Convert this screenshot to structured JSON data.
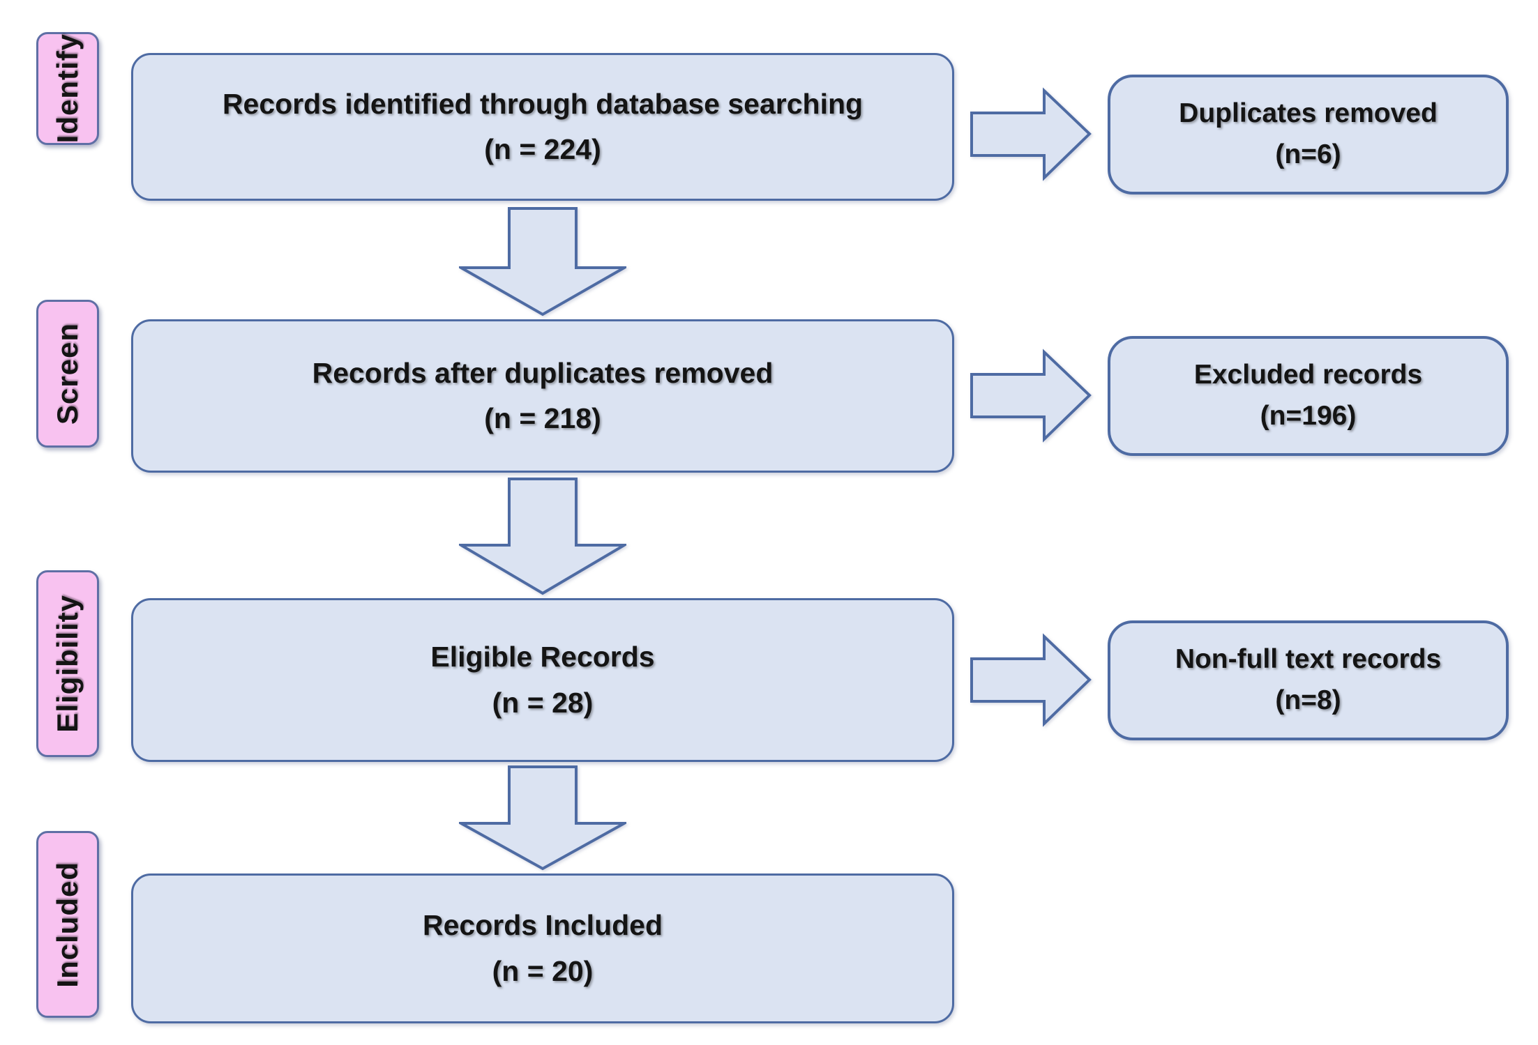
{
  "diagram": {
    "type": "prisma-flow",
    "stage_labels": [
      {
        "label": "Identify"
      },
      {
        "label": "Screen"
      },
      {
        "label": "Eligibility"
      },
      {
        "label": "Included"
      }
    ],
    "main_boxes": [
      {
        "title": "Records identified through database searching",
        "count": "(n = 224)"
      },
      {
        "title": "Records after duplicates removed",
        "count": "(n = 218)"
      },
      {
        "title": "Eligible Records",
        "count": "(n = 28)"
      },
      {
        "title": "Records Included",
        "count": "(n = 20)"
      }
    ],
    "side_boxes": [
      {
        "title": "Duplicates removed",
        "count": "(n=6)"
      },
      {
        "title": "Excluded records",
        "count": "(n=196)"
      },
      {
        "title": "Non-full text records",
        "count": "(n=8)"
      }
    ],
    "colors": {
      "box_fill": "#dbe3f2",
      "box_border": "#4e6ba3",
      "label_fill": "#f8c2f0",
      "label_border": "#5f6fa5",
      "text": "#141414"
    }
  }
}
